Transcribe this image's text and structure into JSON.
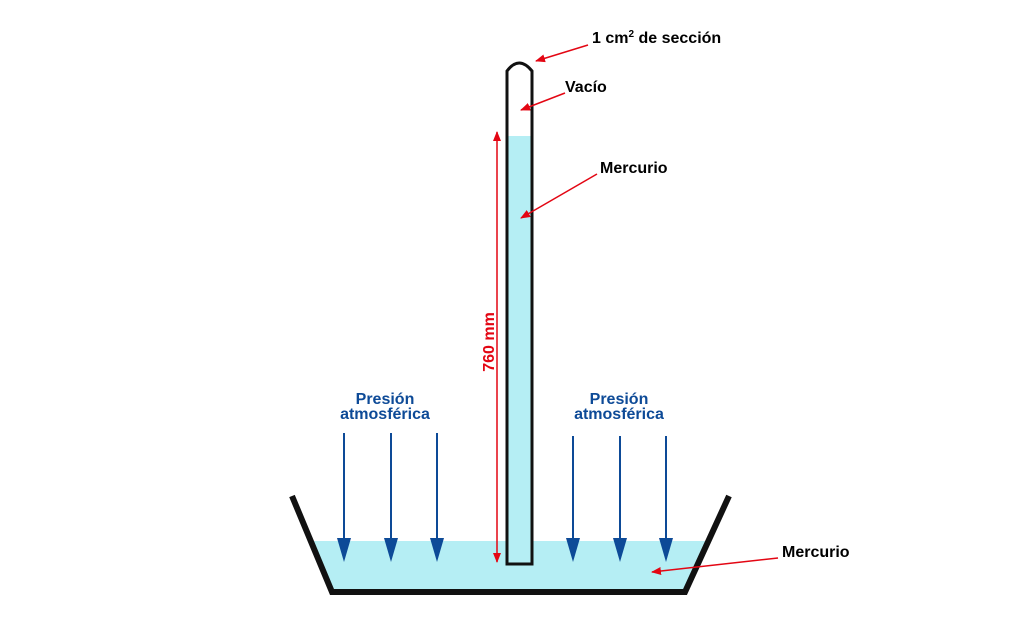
{
  "labels": {
    "section_prefix": "1 cm",
    "section_exponent": "2",
    "section_suffix": " de sección",
    "vacuum": "Vacío",
    "mercury_column": "Mercurio",
    "mercury_basin": "Mercurio",
    "height": "760 mm",
    "pressure_left_line1": "Presión",
    "pressure_left_line2": "atmosférica",
    "pressure_right_line1": "Presión",
    "pressure_right_line2": "atmosférica"
  },
  "colors": {
    "mercury": "#b5eef4",
    "outline": "#111111",
    "pointer": "#e30613",
    "pressure_arrow": "#0d4a97"
  }
}
